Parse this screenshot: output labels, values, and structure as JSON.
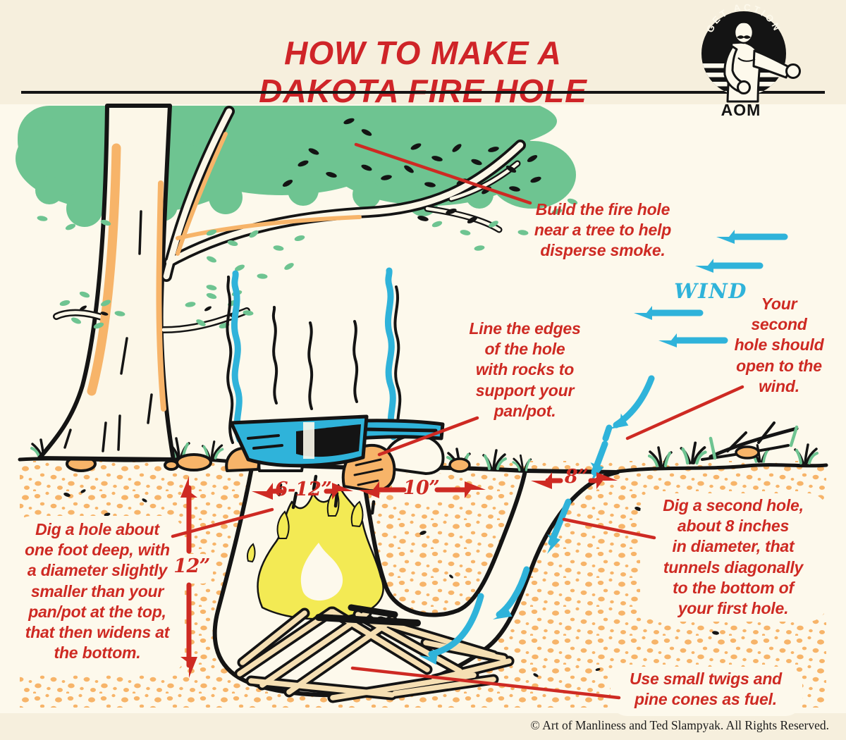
{
  "header": {
    "title_line1": "HOW TO MAKE A",
    "title_line2": "DAKOTA FIRE HOLE"
  },
  "logo": {
    "arc_text": "GET ACTION",
    "monogram": "AOM"
  },
  "annotations": {
    "build_near_tree": "Build the fire hole\nnear a tree to help\ndisperse smoke.",
    "wind": "WIND",
    "second_hole_wind": "Your\nsecond\nhole should\nopen to the\nwind.",
    "line_edges": "Line the edges\nof the hole\nwith rocks to\nsupport your\npan/pot.",
    "dig_first_hole": "Dig a hole about\none foot deep, with\na diameter slightly\nsmaller than your\npan/pot at the top,\nthat then widens at\nthe bottom.",
    "dig_second_hole": "Dig a second hole,\nabout 8 inches\nin diameter, that\ntunnels diagonally\nto the bottom of\nyour first hole.",
    "fuel": "Use small twigs and\npine cones as fuel."
  },
  "measurements": {
    "hole_top_width": "6-12”",
    "surface_gap": "10”",
    "second_hole_width": "8”",
    "hole_depth": "12”"
  },
  "footer": {
    "copyright": "© Art of Manliness and Ted Slampyak. All Rights Reserved."
  },
  "colors": {
    "red": "#ce2a23",
    "blue": "#2fb3da",
    "green": "#6ec491",
    "orange": "#f7b469",
    "yellow": "#f3ea54",
    "ink": "#141414",
    "paper": "#f6efdd",
    "paper_light": "#fdf9ec"
  }
}
